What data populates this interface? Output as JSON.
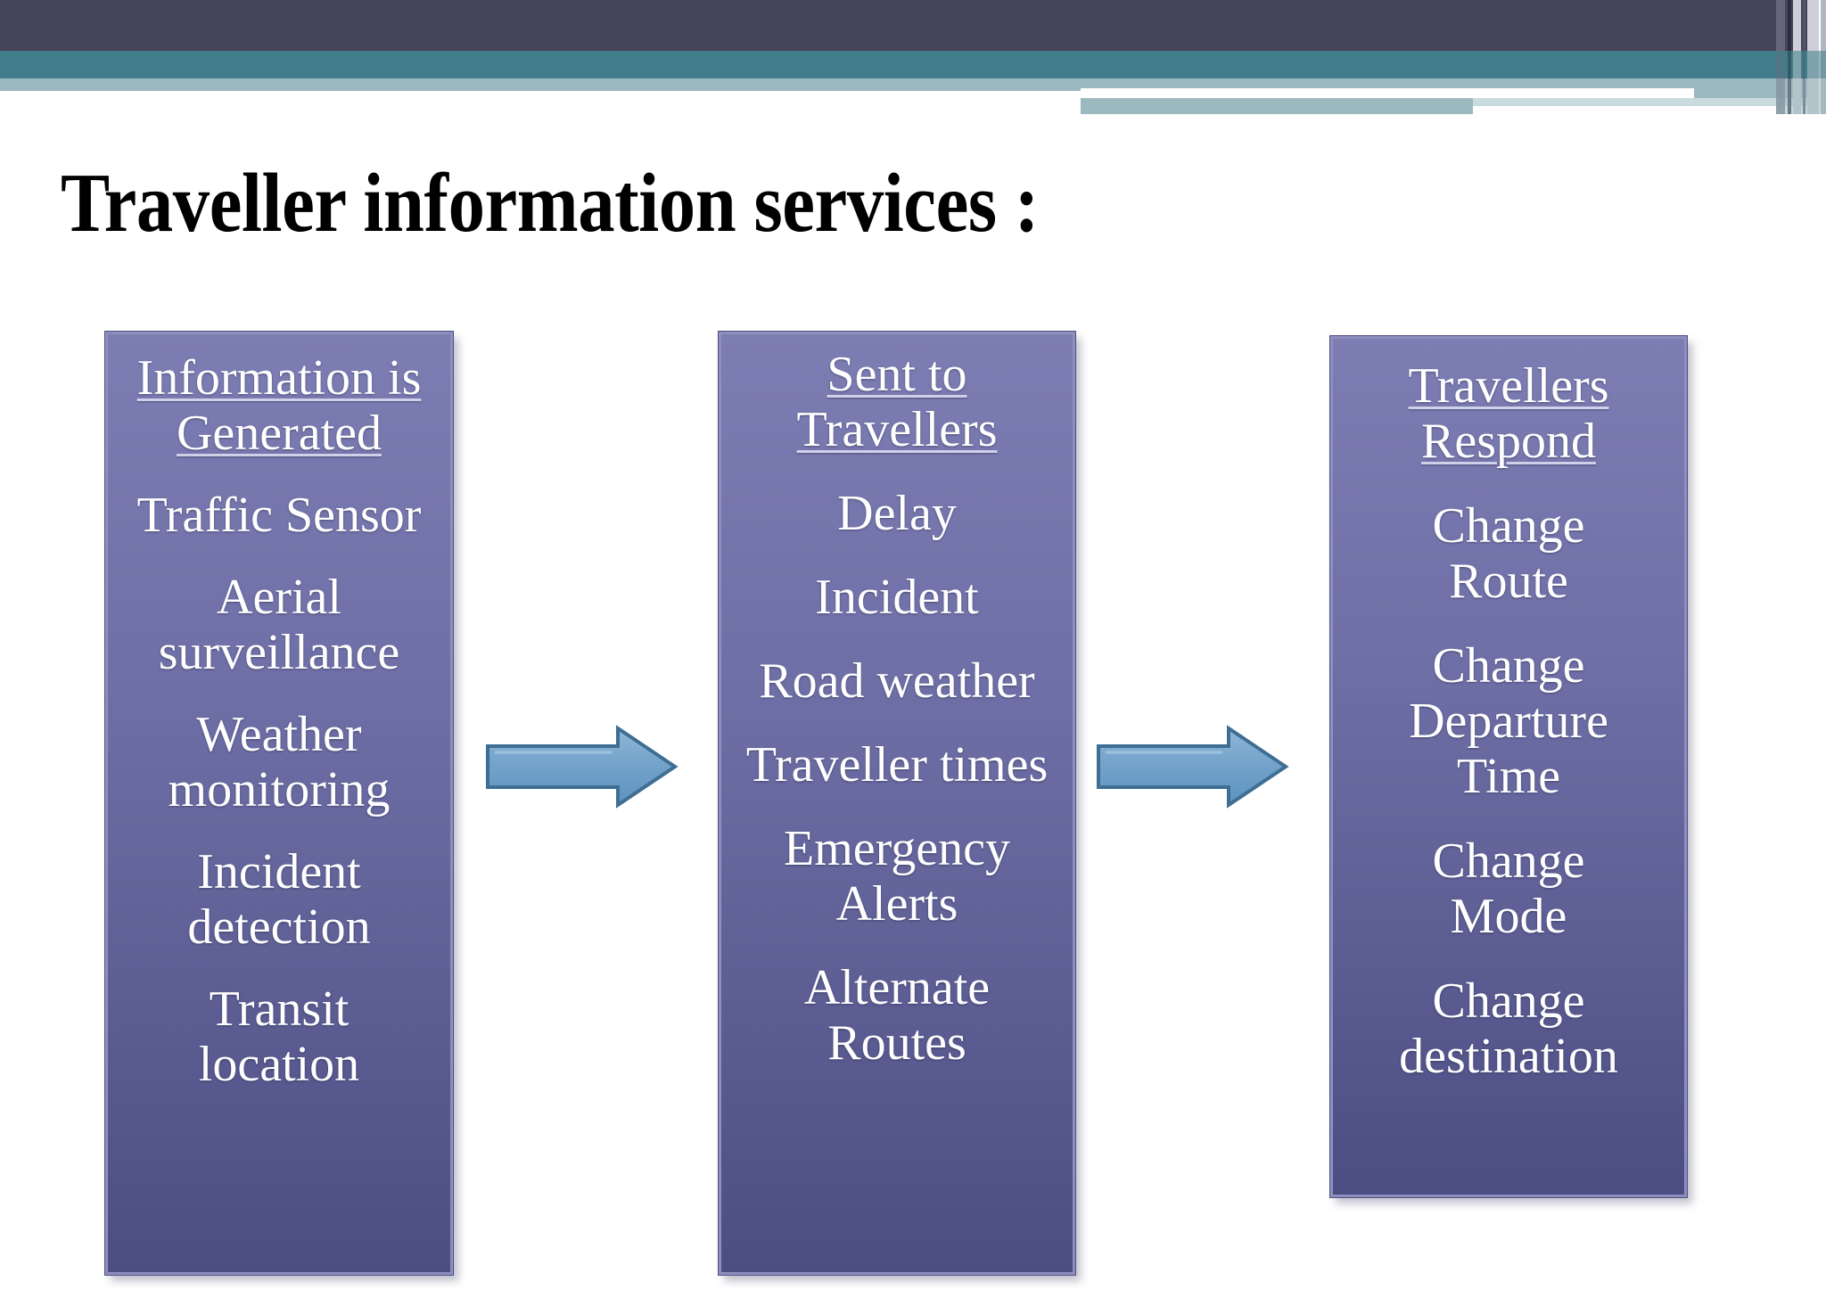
{
  "slide": {
    "title": "Traveller information services :",
    "background_color": "#ffffff"
  },
  "header": {
    "band_dark_color": "#464459",
    "band_teal_color": "#3f7e8a",
    "band_light_color": "#9cb9c0"
  },
  "theme": {
    "box_fill_top": "#7c7db3",
    "box_fill_bottom": "#4c4e83",
    "box_border": "#8e8fbe",
    "box_text": "#ffffff",
    "arrow_fill": "#6ea2cc",
    "arrow_outline": "#3f6e93",
    "title_color": "#000000"
  },
  "flow": {
    "boxes": [
      {
        "heading": "Information is\nGenerated",
        "items": [
          "Traffic Sensor",
          "Aerial\nsurveillance",
          "Weather\nmonitoring",
          "Incident\ndetection",
          "Transit\nlocation"
        ]
      },
      {
        "heading": "Sent to\nTravellers",
        "items": [
          "Delay",
          "Incident",
          "Road weather",
          "Traveller times",
          "Emergency\nAlerts",
          "Alternate\nRoutes"
        ]
      },
      {
        "heading": "Travellers\nRespond",
        "items": [
          "Change\nRoute",
          "Change\nDeparture\nTime",
          "Change\nMode",
          "Change\ndestination"
        ]
      }
    ],
    "arrows": [
      {
        "name": "arrow-right-icon",
        "direction": "right"
      },
      {
        "name": "arrow-right-icon",
        "direction": "right"
      }
    ]
  }
}
